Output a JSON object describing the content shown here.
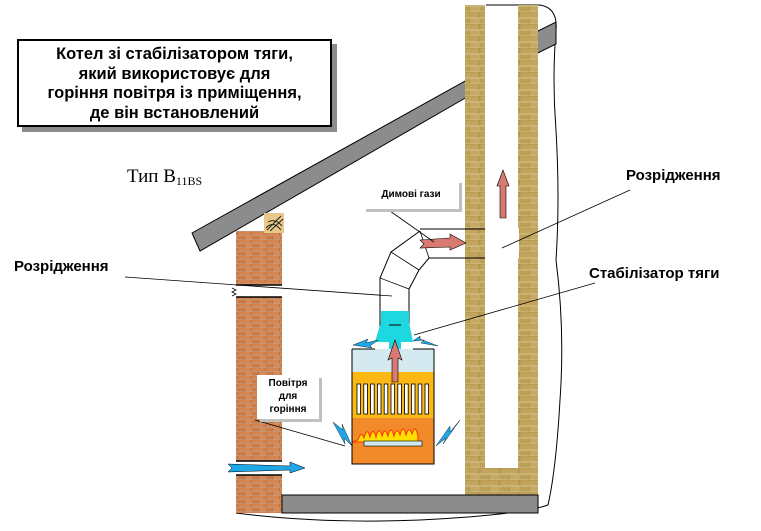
{
  "title_lines": [
    "Котел зі стабілізатором тяги,",
    "який використовує для",
    "горіння повітря із приміщення,",
    "де він встановлений"
  ],
  "type_label": {
    "main": "Тип B",
    "sub": "11BS"
  },
  "labels": {
    "rarefaction_left": "Розрідження",
    "rarefaction_right": "Розрідження",
    "draft_stabilizer": "Стабілізатор тяги",
    "flue_gases": "Димові гази",
    "combustion_air": [
      "Повітря",
      "для",
      "горіння"
    ]
  },
  "colors": {
    "roof": "#8c8c8c",
    "red_brick": "#c8703a",
    "chimney_brick": "#b89a50",
    "stabilizer": "#1ed8e0",
    "boiler_top": "#d4eaf0",
    "boiler_middle": "#fbb713",
    "boiler_bottom": "#f28a2a",
    "flame": "#ffe000",
    "gas_arrow": "#d97a72",
    "air_arrow": "#1ea8e8",
    "floor": "#8c8c8c"
  }
}
